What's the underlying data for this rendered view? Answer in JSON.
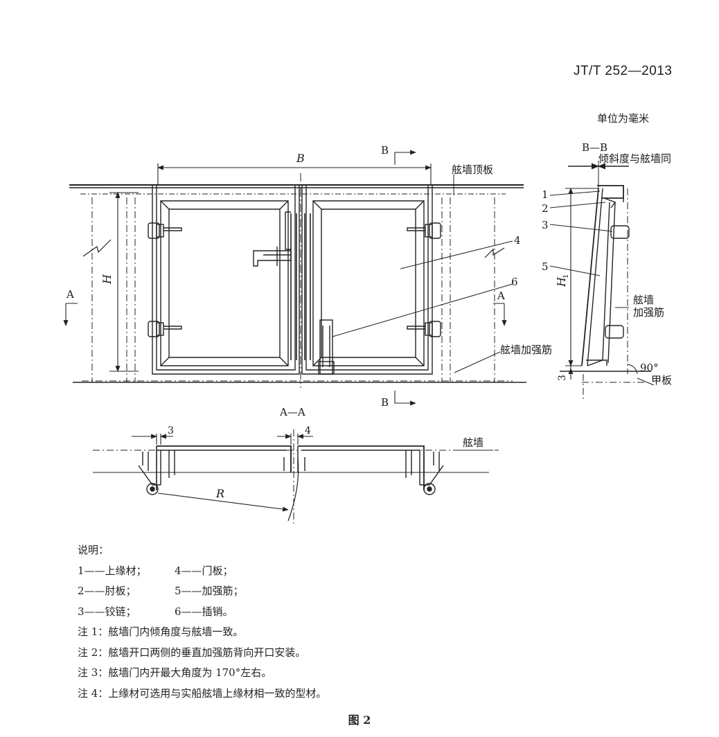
{
  "header": {
    "standard_no": "JT/T 252—2013",
    "unit_note": "单位为毫米"
  },
  "front_view": {
    "dim_width": "B",
    "dim_height": "H",
    "section_b": "B",
    "section_a": "A",
    "label_top_plate": "舷墙顶板",
    "label_stiffener": "舷墙加强筋",
    "callout_door_panel": "4",
    "callout_latch": "6"
  },
  "section_bb": {
    "title": "B—B",
    "note_slope": "倾斜度与舷墙同",
    "callouts": [
      "1",
      "2",
      "3",
      "5"
    ],
    "dim_h1": "H",
    "dim_h1_sub": "1",
    "dim_bottom": "3",
    "label_wall_rib_1": "舷墙",
    "label_wall_rib_2": "加强筋",
    "angle": "90°",
    "label_deck": "甲板"
  },
  "section_aa": {
    "title": "A—A",
    "dim_left": "3",
    "dim_mid": "4",
    "radius": "R",
    "label_wall": "舷墙"
  },
  "legend": {
    "title": "说明：",
    "items": [
      "1——上缘材；",
      "4——门板；",
      "2——肘板；",
      "5——加强筋；",
      "3——铰链；",
      "6——插销。"
    ]
  },
  "notes": [
    "注 1：舷墙门内倾角度与舷墙一致。",
    "注 2：舷墙开口两侧的垂直加强筋背向开口安装。",
    "注 3：舷墙门内开最大角度为 170°左右。",
    "注 4：上缘材可选用与实船舷墙上缘材相一致的型材。"
  ],
  "caption": "图   2"
}
